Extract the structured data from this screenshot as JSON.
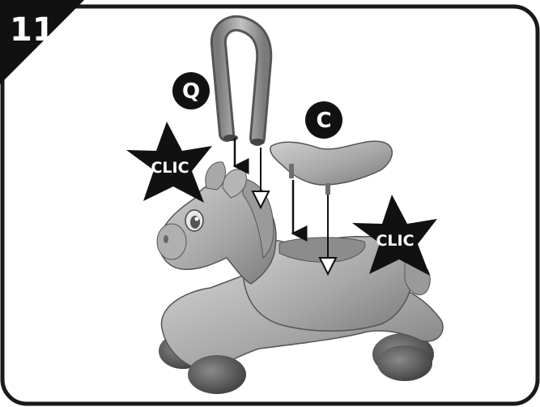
{
  "step": {
    "number": "11"
  },
  "labels": {
    "part_q": "Q",
    "part_c": "C"
  },
  "stars": {
    "left_text": "CLIC",
    "right_text": "CLIC"
  },
  "colors": {
    "frame": "#1a1a1a",
    "star": "#1a1a1a",
    "toy_fill": "#a9a9a9",
    "toy_dark": "#6b6b6b",
    "wheel": "#4a4a4a",
    "badge": "#111111"
  }
}
